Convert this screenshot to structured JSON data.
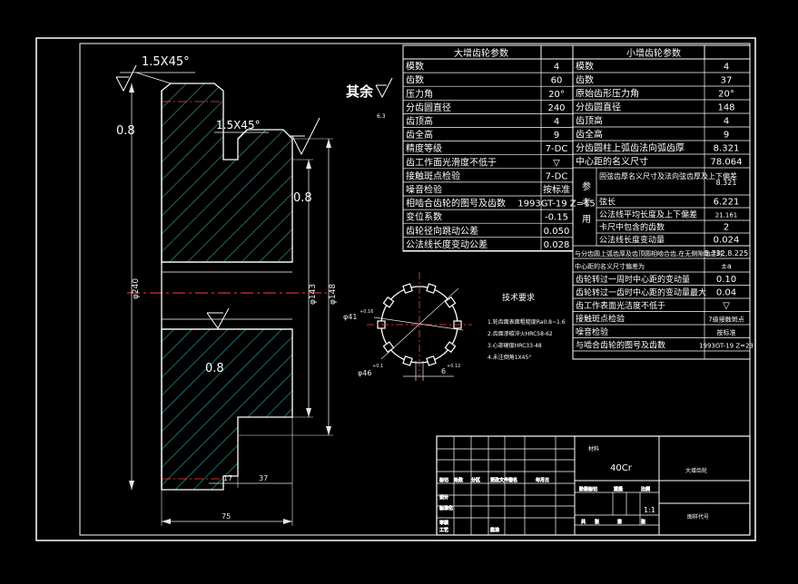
{
  "colors": {
    "background": "#000000",
    "line": "#ffffff",
    "hatch": "#3aa6a6",
    "dim": "#e8e8e8"
  },
  "left_view": {
    "chamfer_top": "1.5X45°",
    "chamfer_hub": "1.5X45°",
    "roughness_rest_label": "其余",
    "roughness_rest_value": "6.3",
    "roughness_left": "0.8",
    "roughness_hub": "0.8",
    "roughness_bore": "0.8",
    "dia_outer": "φ240",
    "dia_hub_inner": "φ143",
    "dia_hub_outer": "φ148",
    "dim_17": "17",
    "dim_37": "37",
    "dim_75": "75"
  },
  "spline_view": {
    "dim_top_left": "φ41",
    "dim_top_left_tol": "+0.16",
    "dim_bottom_left": "φ46",
    "dim_bottom_left_tol": "+0.1",
    "dim_bottom_right": "6",
    "dim_bottom_right_tol": "+0.12"
  },
  "tech_requirements": {
    "title": "技术要求",
    "items": [
      "1.轮齿面表面粗糙度Ra0.8~1.6",
      "2.齿面渗碳淬火HRC58-62",
      "3.心部硬度HRC33-48",
      "4.未注倒角1X45°"
    ]
  },
  "big_gear_table": {
    "title": "大增齿轮参数",
    "rows": [
      [
        "模数",
        "4"
      ],
      [
        "齿数",
        "60"
      ],
      [
        "压力角",
        "20°"
      ],
      [
        "分齿圆直径",
        "240"
      ],
      [
        "齿顶高",
        "4"
      ],
      [
        "齿全高",
        "9"
      ],
      [
        "精度等级",
        "7-DC"
      ],
      [
        "齿工作面光滑度不低于",
        "▽"
      ],
      [
        "接触斑点检验",
        "7-DC"
      ],
      [
        "噪音检验",
        "按标准"
      ],
      [
        "相啮合齿轮的图号及齿数",
        "1993GT-19 Z=15"
      ],
      [
        "变位系数",
        "-0.15"
      ],
      [
        "齿轮径向跳动公差",
        "0.050"
      ],
      [
        "公法线长度变动公差",
        "0.028"
      ]
    ]
  },
  "small_gear_table": {
    "title": "小增齿轮参数",
    "rows_top": [
      [
        "模数",
        "4"
      ],
      [
        "齿数",
        "37"
      ],
      [
        "原始齿形压力角",
        "20°"
      ],
      [
        "分齿圆直径",
        "148"
      ],
      [
        "齿顶高",
        "4"
      ],
      [
        "齿全高",
        "9"
      ],
      [
        "分齿圆柱上弧齿法向弧齿厚",
        "8.321"
      ],
      [
        "中心距的名义尺寸",
        "78.064"
      ]
    ],
    "ref_label": [
      "参",
      "考",
      "用"
    ],
    "rows_ref": [
      [
        "齿弦高",
        "8.321"
      ],
      [
        "弦长",
        "6.221"
      ],
      [
        "公法线平均长度及上下偏差",
        "21.161"
      ],
      [
        "卡尺中包含的齿数",
        "2"
      ],
      [
        "公法线长度变动量",
        "0.024"
      ]
    ],
    "ref_merged_label": "固弦齿厚名义尺寸及法向弦齿厚及上下偏差",
    "note_1": "与分齿圆上弧齿厚及齿顶圆相啮合齿,在无侧隙啮合时,",
    "note_1_val": "5.732,8.225",
    "note_2": "中心距的名义尺寸偏差为",
    "note_2_val": "±a",
    "rows_bottom": [
      [
        "齿轮转过一周时中心距的变动量",
        "0.10"
      ],
      [
        "齿轮转过一齿时中心距的变动量最大",
        "0.04"
      ],
      [
        "齿工作表面光洁度不低于",
        "▽"
      ],
      [
        "接触斑点检验",
        "7级接触斑点"
      ],
      [
        "噪音检验",
        "按标准"
      ],
      [
        "与啮合齿轮的图号及齿数",
        "1993GT-19 Z=23"
      ]
    ]
  },
  "title_block": {
    "material_label": "材料",
    "material": "40Cr",
    "drawing_name": "大增齿轮",
    "scale": "1:1",
    "company": "图样代号",
    "cells": [
      "标记",
      "处数",
      "分区",
      "更改文件号",
      "签名",
      "年月日",
      "设计",
      "标准化",
      "审核",
      "工艺",
      "批准",
      "阶段标记",
      "重量",
      "比例",
      "共",
      "张",
      "第",
      "张"
    ]
  }
}
